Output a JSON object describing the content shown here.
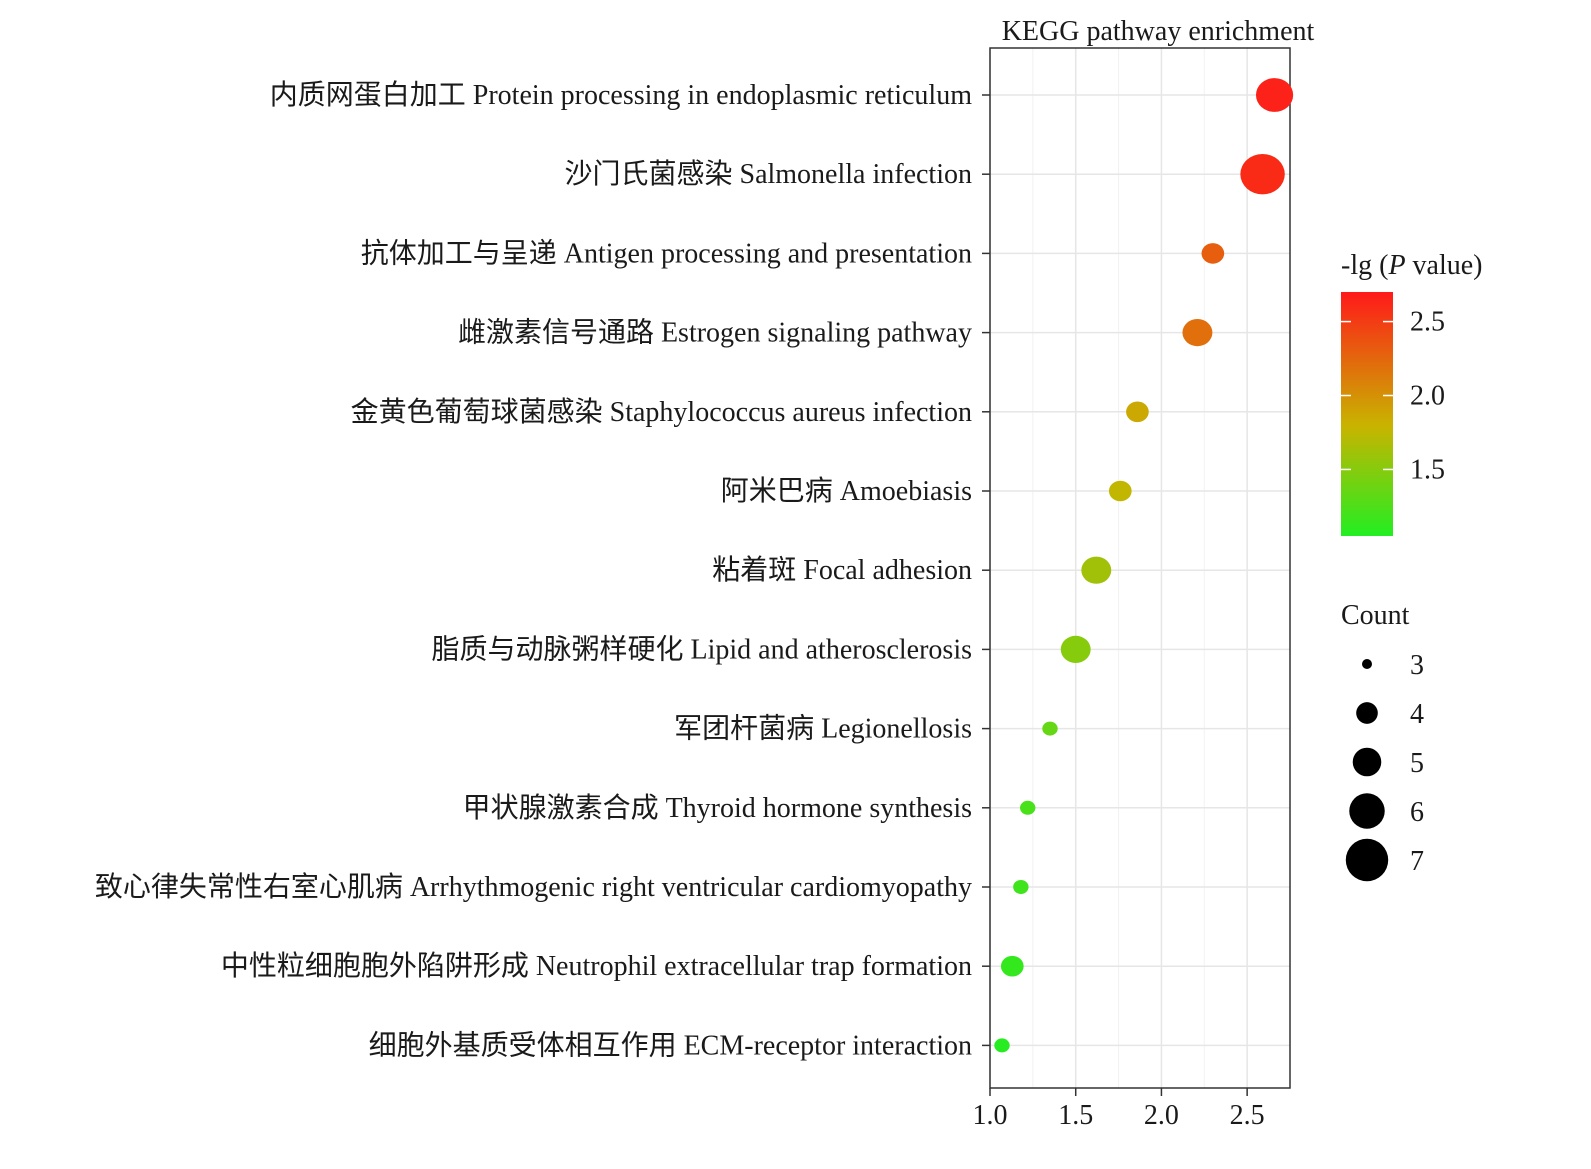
{
  "chart_data": {
    "type": "scatter",
    "title": "KEGG pathway enrichment",
    "xlabel": "",
    "ylabel": "",
    "xlim": [
      1.0,
      2.75
    ],
    "x_ticks": [
      1.0,
      1.5,
      2.0,
      2.5
    ],
    "x_tick_labels": [
      "1.0",
      "1.5",
      "2.0",
      "2.5"
    ],
    "grid": true,
    "color_legend": {
      "title_prefix": "-lg (",
      "title_italic": "P",
      "title_suffix": " value)",
      "range": [
        1.05,
        2.7
      ],
      "ticks": [
        1.5,
        2.0,
        2.5
      ],
      "tick_labels": [
        "1.5",
        "2.0",
        "2.5"
      ],
      "low_color": "#22ee22",
      "mid_color": "#c8b400",
      "high_color": "#ff1a1a"
    },
    "size_legend": {
      "title": "Count",
      "values": [
        3,
        4,
        5,
        6,
        7
      ],
      "labels": [
        "3",
        "4",
        "5",
        "6",
        "7"
      ]
    },
    "points": [
      {
        "label": "内质网蛋白加工 Protein processing in endoplasmic reticulum",
        "x": 2.66,
        "count": 6,
        "neglogp": 2.65
      },
      {
        "label": "沙门氏菌感染 Salmonella infection",
        "x": 2.59,
        "count": 7,
        "neglogp": 2.6
      },
      {
        "label": "抗体加工与呈递 Antigen processing and presentation",
        "x": 2.3,
        "count": 4,
        "neglogp": 2.3
      },
      {
        "label": "雌激素信号通路 Estrogen signaling pathway",
        "x": 2.21,
        "count": 5,
        "neglogp": 2.2
      },
      {
        "label": "金黄色葡萄球菌感染 Staphylococcus aureus infection",
        "x": 1.86,
        "count": 4,
        "neglogp": 1.86
      },
      {
        "label": "阿米巴病 Amoebiasis",
        "x": 1.76,
        "count": 4,
        "neglogp": 1.76
      },
      {
        "label": "粘着斑 Focal adhesion",
        "x": 1.62,
        "count": 5,
        "neglogp": 1.62
      },
      {
        "label": "脂质与动脉粥样硬化 Lipid and atherosclerosis",
        "x": 1.5,
        "count": 5,
        "neglogp": 1.5
      },
      {
        "label": "军团杆菌病 Legionellosis",
        "x": 1.35,
        "count": 3,
        "neglogp": 1.35
      },
      {
        "label": "甲状腺激素合成 Thyroid hormone synthesis",
        "x": 1.22,
        "count": 3,
        "neglogp": 1.22
      },
      {
        "label": "致心律失常性右室心肌病 Arrhythmogenic right ventricular cardiomyopathy",
        "x": 1.18,
        "count": 3,
        "neglogp": 1.18
      },
      {
        "label": "中性粒细胞胞外陷阱形成 Neutrophil extracellular trap formation",
        "x": 1.13,
        "count": 4,
        "neglogp": 1.13
      },
      {
        "label": "细胞外基质受体相互作用 ECM-receptor interaction",
        "x": 1.07,
        "count": 3,
        "neglogp": 1.07
      }
    ]
  }
}
